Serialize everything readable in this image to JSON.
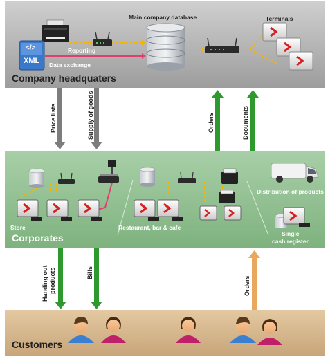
{
  "headquarters": {
    "title": "Company headquaters",
    "database_label": "Main company database",
    "terminals_label": "Terminals",
    "reporting_label": "Reporting",
    "data_exchange_label": "Data exchange",
    "xml_badge": "XML",
    "xml_code": "</>"
  },
  "flows_down": {
    "price_lists": "Price lists",
    "supply_of_goods": "Supply of goods",
    "orders": "Orders",
    "documents": "Documents"
  },
  "corporates": {
    "title": "Corporates",
    "store_label": "Store",
    "restaurant_label": "Restaurant, bar & cafe",
    "distribution_label": "Distribution of products",
    "single_register_label_line1": "Single",
    "single_register_label_line2": "cash register"
  },
  "flows_customers": {
    "handing_out_line1": "Handing out",
    "handing_out_line2": "products",
    "bills": "Bills",
    "orders": "Orders"
  },
  "customers": {
    "title": "Customers"
  },
  "colors": {
    "hq_band": "#a8a8a8",
    "corporates_band": "#8dbb8d",
    "customers_band": "#d2b48c",
    "arrow_gray": "#7d7d7d",
    "arrow_green": "#2e9a2e",
    "arrow_orange": "#e8a860",
    "connector_yellow": "#f5b400",
    "connector_pink": "#e04070"
  }
}
